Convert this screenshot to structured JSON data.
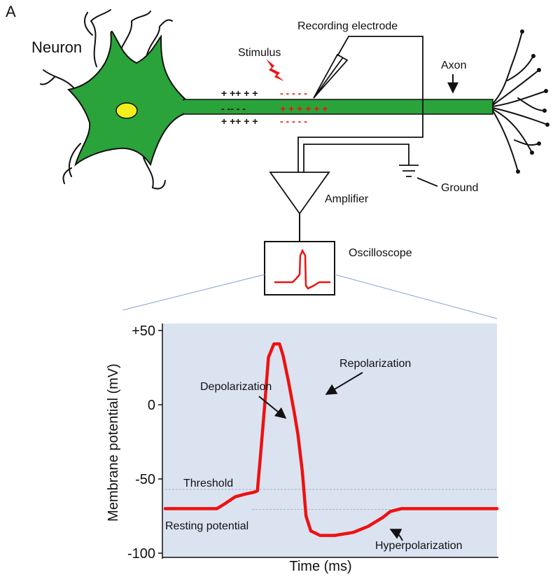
{
  "panel_label": "A",
  "labels": {
    "neuron": "Neuron",
    "stimulus": "Stimulus",
    "recording_electrode": "Recording electrode",
    "axon": "Axon",
    "amplifier": "Amplifier",
    "ground": "Ground",
    "oscilloscope": "Oscilloscope"
  },
  "charges": {
    "top_resting": "+ ++ + +",
    "mid_resting": "- -- - -",
    "bottom_resting": "+ ++ + +",
    "top_active": "- - - - -",
    "mid_active": "+ + + + + +",
    "bottom_active": "- - - - -"
  },
  "chart_data": {
    "type": "line",
    "xlabel": "Time (ms)",
    "ylabel": "Membrane potential (mV)",
    "ylim": [
      -100,
      50
    ],
    "yticks": [
      {
        "value": 50,
        "label": "+50"
      },
      {
        "value": 0,
        "label": "0"
      },
      {
        "value": -50,
        "label": "-50"
      },
      {
        "value": -100,
        "label": "-100"
      }
    ],
    "threshold": -57,
    "resting": -70,
    "series": [
      {
        "color": "#ee1111",
        "points": [
          [
            0,
            -70
          ],
          [
            1.0,
            -70
          ],
          [
            1.4,
            -70
          ],
          [
            1.6,
            -67
          ],
          [
            1.9,
            -62
          ],
          [
            2.2,
            -60
          ],
          [
            2.4,
            -59
          ],
          [
            2.5,
            -58
          ],
          [
            2.6,
            -30
          ],
          [
            2.7,
            0
          ],
          [
            2.8,
            32
          ],
          [
            2.95,
            41
          ],
          [
            3.1,
            41
          ],
          [
            3.2,
            33
          ],
          [
            3.35,
            15
          ],
          [
            3.5,
            -5
          ],
          [
            3.6,
            -20
          ],
          [
            3.72,
            -45
          ],
          [
            3.82,
            -75
          ],
          [
            3.95,
            -85
          ],
          [
            4.2,
            -88
          ],
          [
            4.6,
            -88
          ],
          [
            5.1,
            -86
          ],
          [
            5.5,
            -82
          ],
          [
            5.9,
            -76
          ],
          [
            6.1,
            -72
          ],
          [
            6.4,
            -70
          ],
          [
            9.0,
            -70
          ]
        ]
      }
    ],
    "xlim": [
      0,
      9
    ],
    "annotations": [
      {
        "text": "Threshold"
      },
      {
        "text": "Resting potential"
      },
      {
        "text": "Depolarization"
      },
      {
        "text": "Repolarization"
      },
      {
        "text": "Hyperpolarization"
      }
    ]
  },
  "colors": {
    "neuron_fill": "#2aa33a",
    "nucleus": "#f3ee1c",
    "signal": "#ee1111",
    "plot_bg": "#dbe3f1"
  }
}
